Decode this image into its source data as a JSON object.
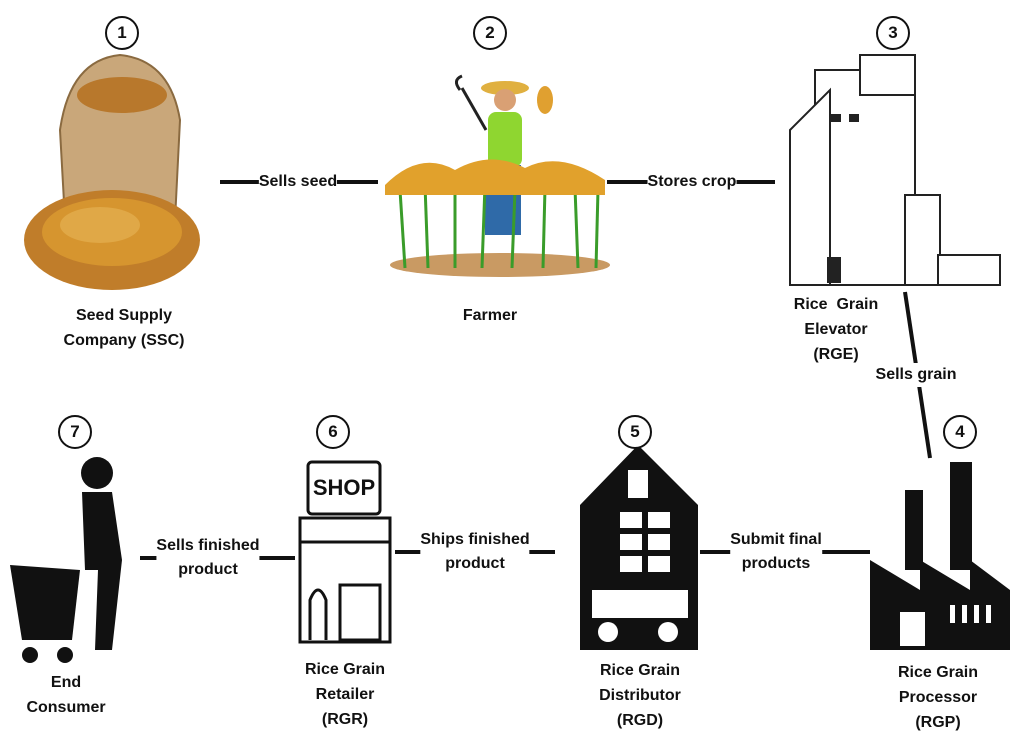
{
  "nodes": [
    {
      "number": "1",
      "lines": [
        "Seed Supply",
        "Company (SSC)"
      ]
    },
    {
      "number": "2",
      "lines": [
        "Farmer"
      ]
    },
    {
      "number": "3",
      "lines": [
        "Rice  Grain",
        "Elevator",
        "(RGE)"
      ]
    },
    {
      "number": "4",
      "lines": [
        "Rice Grain",
        "Processor",
        "(RGP)"
      ]
    },
    {
      "number": "5",
      "lines": [
        "Rice Grain",
        "Distributor",
        "(RGD)"
      ]
    },
    {
      "number": "6",
      "lines": [
        "Rice Grain",
        "Retailer",
        "(RGR)"
      ]
    },
    {
      "number": "7",
      "lines": [
        "End",
        "Consumer"
      ]
    }
  ],
  "edges": [
    {
      "lines": [
        "Sells seed"
      ]
    },
    {
      "lines": [
        "Stores crop"
      ]
    },
    {
      "lines": [
        "Sells grain"
      ]
    },
    {
      "lines": [
        "Submit final",
        "products"
      ]
    },
    {
      "lines": [
        "Ships finished",
        "product"
      ]
    },
    {
      "lines": [
        "Sells finished",
        "product"
      ]
    }
  ],
  "shop_sign": "SHOP"
}
